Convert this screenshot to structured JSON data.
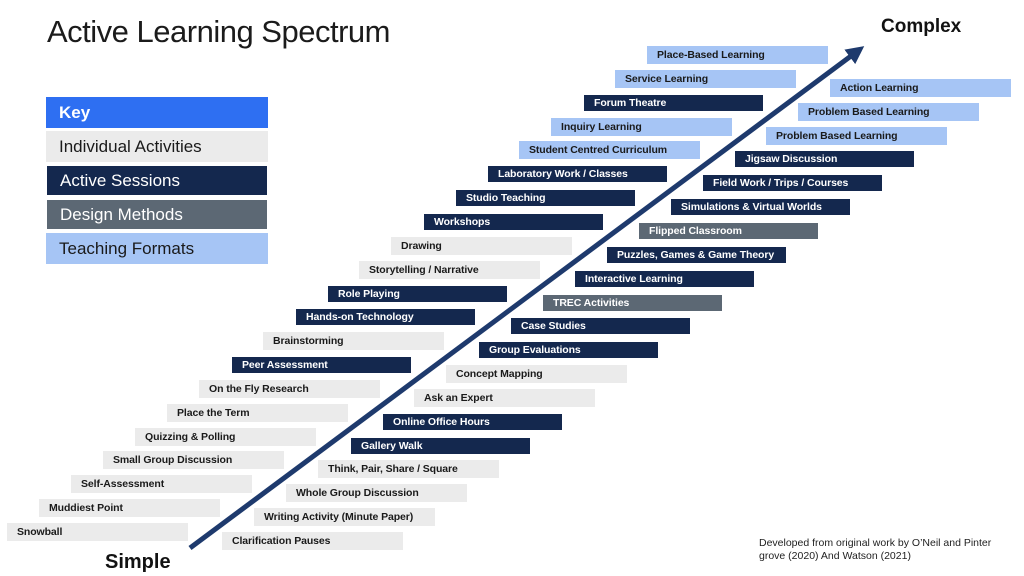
{
  "title": "Active Learning Spectrum",
  "axis": {
    "start_label": "Simple",
    "end_label": "Complex"
  },
  "key": {
    "header": "Key",
    "entries": [
      {
        "label": "Individual Activities",
        "category": "individual"
      },
      {
        "label": "Active Sessions",
        "category": "active"
      },
      {
        "label": "Design Methods",
        "category": "design"
      },
      {
        "label": "Teaching Formats",
        "category": "teaching"
      }
    ]
  },
  "colors": {
    "key_header_bg": "#2e6ff2",
    "individual_bg": "#ebebeb",
    "active_bg": "#14284e",
    "design_bg": "#5c6874",
    "teaching_bg": "#a6c5f5",
    "arrow": "#1e3a6d",
    "text_dark": "#1a1a1a",
    "text_light": "#ffffff"
  },
  "left_column": [
    {
      "label": "Snowball",
      "category": "individual"
    },
    {
      "label": "Muddiest Point",
      "category": "individual"
    },
    {
      "label": "Self-Assessment",
      "category": "individual"
    },
    {
      "label": "Small Group Discussion",
      "category": "individual"
    },
    {
      "label": "Quizzing & Polling",
      "category": "individual"
    },
    {
      "label": "Place the Term",
      "category": "individual"
    },
    {
      "label": "On the Fly Research",
      "category": "individual"
    },
    {
      "label": "Peer Assessment",
      "category": "active"
    },
    {
      "label": "Brainstorming",
      "category": "individual"
    },
    {
      "label": "Hands-on Technology",
      "category": "active"
    },
    {
      "label": "Role Playing",
      "category": "active"
    },
    {
      "label": "Storytelling / Narrative",
      "category": "individual"
    },
    {
      "label": "Drawing",
      "category": "individual"
    },
    {
      "label": "Workshops",
      "category": "active"
    },
    {
      "label": "Studio Teaching",
      "category": "active"
    },
    {
      "label": "Laboratory Work / Classes",
      "category": "active"
    },
    {
      "label": "Student Centred Curriculum",
      "category": "teaching"
    },
    {
      "label": "Inquiry Learning",
      "category": "teaching"
    },
    {
      "label": "Forum Theatre",
      "category": "active"
    },
    {
      "label": "Service Learning",
      "category": "teaching"
    },
    {
      "label": "Place-Based Learning",
      "category": "teaching"
    }
  ],
  "right_column": [
    {
      "label": "Clarification Pauses",
      "category": "individual"
    },
    {
      "label": "Writing Activity (Minute Paper)",
      "category": "individual"
    },
    {
      "label": "Whole Group Discussion",
      "category": "individual"
    },
    {
      "label": "Think, Pair, Share / Square",
      "category": "individual"
    },
    {
      "label": "Gallery Walk",
      "category": "active"
    },
    {
      "label": "Online Office Hours",
      "category": "active"
    },
    {
      "label": "Ask an Expert",
      "category": "individual"
    },
    {
      "label": "Concept Mapping",
      "category": "individual"
    },
    {
      "label": "Group Evaluations",
      "category": "active"
    },
    {
      "label": "Case Studies",
      "category": "active"
    },
    {
      "label": "TREC Activities",
      "category": "design"
    },
    {
      "label": "Interactive Learning",
      "category": "active"
    },
    {
      "label": "Puzzles, Games & Game Theory",
      "category": "active"
    },
    {
      "label": "Flipped Classroom",
      "category": "design"
    },
    {
      "label": "Simulations & Virtual Worlds",
      "category": "active"
    },
    {
      "label": "Field Work / Trips / Courses",
      "category": "active"
    },
    {
      "label": "Jigsaw Discussion",
      "category": "active"
    },
    {
      "label": "Problem Based Learning",
      "category": "teaching"
    },
    {
      "label": "Problem Based Learning",
      "category": "teaching"
    },
    {
      "label": "Action Learning",
      "category": "teaching"
    }
  ],
  "attribution": [
    "Developed from original work by O’Neil and Pinter",
    "grove (2020) And Watson (2021)"
  ]
}
